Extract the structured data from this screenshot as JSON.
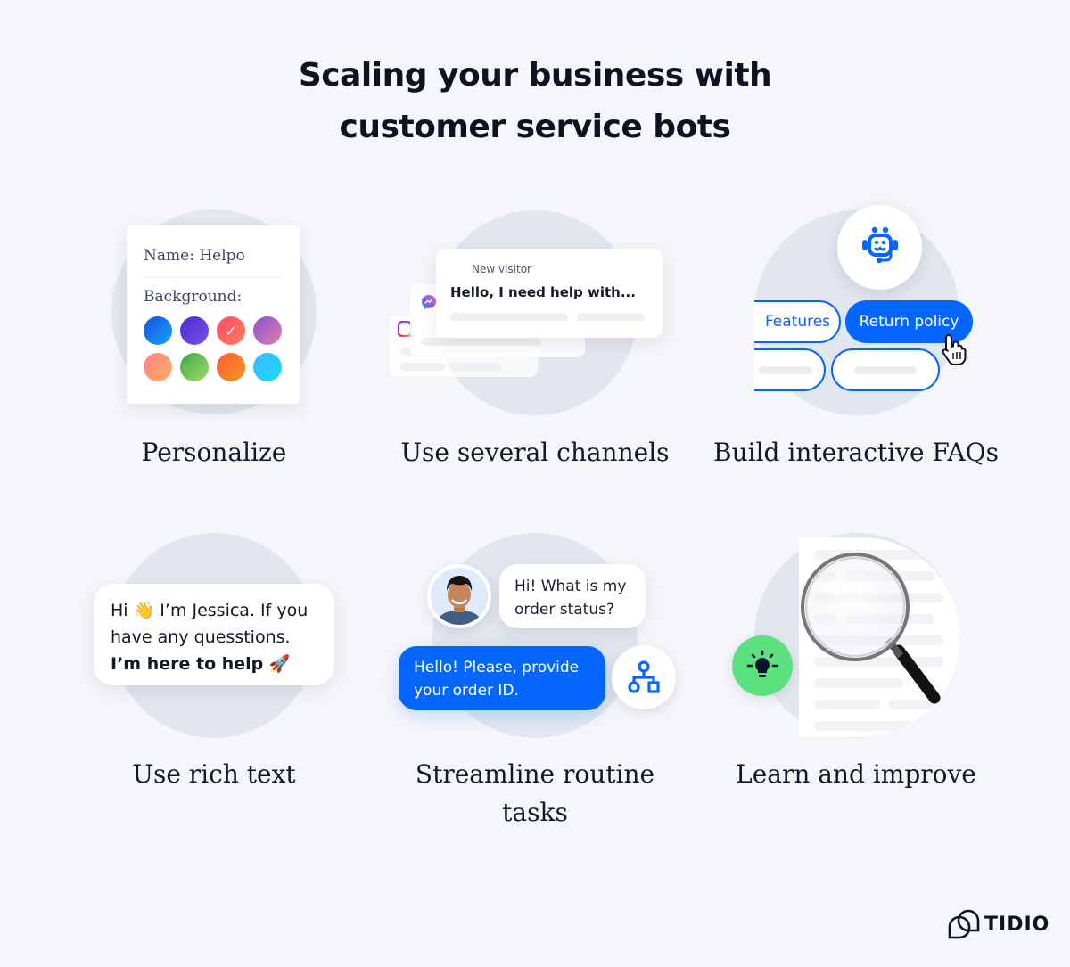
{
  "header": {
    "title_line1": "Scaling your business with",
    "title_line2": "customer service bots"
  },
  "features": [
    {
      "caption": "Personalize",
      "card": {
        "name_label": "Name: Helpo",
        "background_label": "Background:",
        "swatches": [
          {
            "name": "blue",
            "gradient": [
              "#1a4fe0",
              "#12a6f5"
            ]
          },
          {
            "name": "indigo",
            "gradient": [
              "#4b2ad0",
              "#7a52e8"
            ]
          },
          {
            "name": "coral-selected",
            "gradient": [
              "#ff4d6d",
              "#ff7a59"
            ],
            "selected": true
          },
          {
            "name": "purple-pink",
            "gradient": [
              "#8a4fcf",
              "#e07fb4"
            ]
          },
          {
            "name": "peach",
            "gradient": [
              "#ff7f8f",
              "#ffb35a"
            ]
          },
          {
            "name": "green",
            "gradient": [
              "#3fa447",
              "#a3de6a"
            ]
          },
          {
            "name": "orange",
            "gradient": [
              "#ff5a3c",
              "#f39a1c"
            ]
          },
          {
            "name": "cyan",
            "gradient": [
              "#3fb3ff",
              "#16e0f5"
            ]
          }
        ]
      }
    },
    {
      "caption": "Use several channels",
      "card": {
        "sender": "New visitor",
        "message": "Hello, I need help with..."
      },
      "channels": [
        "messenger",
        "instagram"
      ]
    },
    {
      "caption": "Build interactive FAQs",
      "buttons": [
        {
          "label": "Features",
          "active": false
        },
        {
          "label": "Return policy",
          "active": true
        }
      ]
    },
    {
      "caption": "Use rich text",
      "message": {
        "line1": "Hi 👋 I’m Jessica. If you",
        "line2": "have any quesstions.",
        "line3": "I’m here to help 🚀"
      }
    },
    {
      "caption_line1": "Streamline routine",
      "caption_line2": "tasks",
      "question": {
        "line1": "Hi! What is my",
        "line2": "order status?"
      },
      "answer": {
        "line1": "Hello! Please, provide",
        "line2": "your order ID."
      }
    },
    {
      "caption": "Learn and improve"
    }
  ],
  "colors": {
    "accent": "#0566ff",
    "background": "#f5f6f9",
    "circle": "#e2e7ef",
    "bulb": "#5be27f"
  },
  "footer": {
    "logo": "TIDIO"
  }
}
